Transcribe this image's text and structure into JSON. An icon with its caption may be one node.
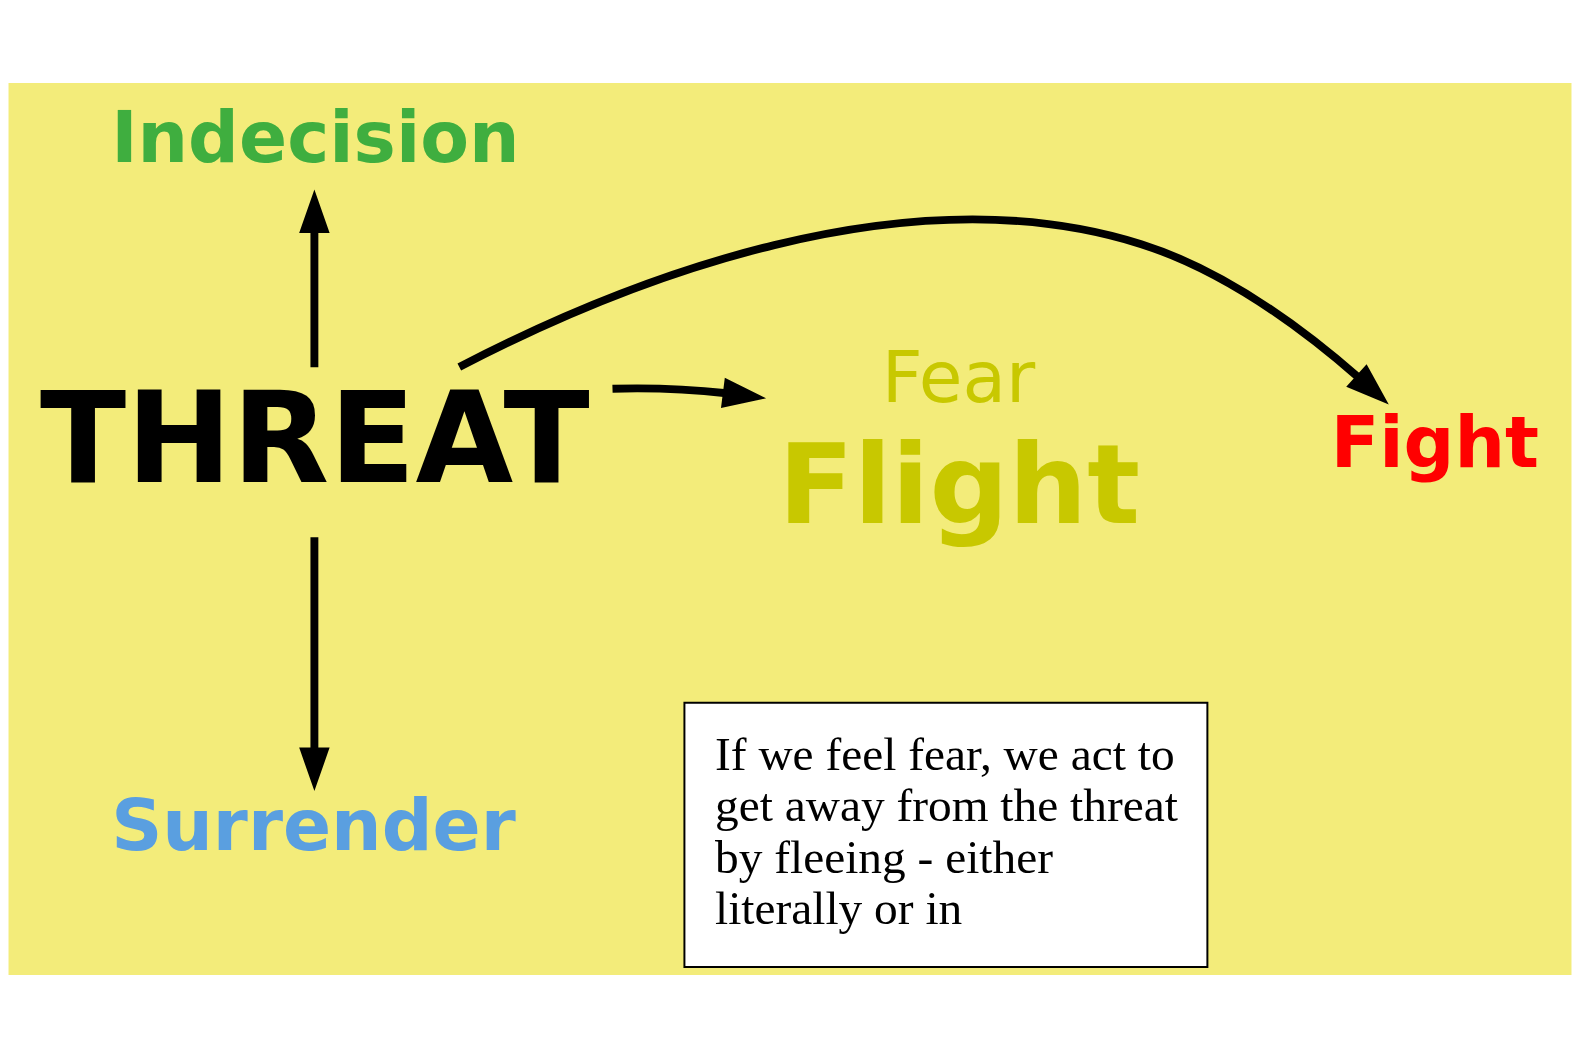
{
  "diagram": {
    "nodes": [
      {
        "text": [
          "THREAT"
        ]
      },
      {
        "text": [
          "Indecision"
        ]
      },
      {
        "text": [
          "Fight"
        ]
      },
      {
        "text": [
          "Flight"
        ],
        "beside": [
          "Fear"
        ]
      },
      {
        "text": [
          "Surrender"
        ]
      },
      {
        "text": [
          "If we feel fear, we act to get away from the threat by fleeing - either literally or in"
        ]
      }
    ],
    "edges": [
      {
        "from": 0,
        "to": 1,
        "arrow": "to"
      },
      {
        "from": 0,
        "to": 2,
        "arrow": "to"
      },
      {
        "from": 0,
        "to": 3,
        "arrow": "to"
      },
      {
        "from": 0,
        "to": 4,
        "arrow": "to"
      }
    ]
  }
}
